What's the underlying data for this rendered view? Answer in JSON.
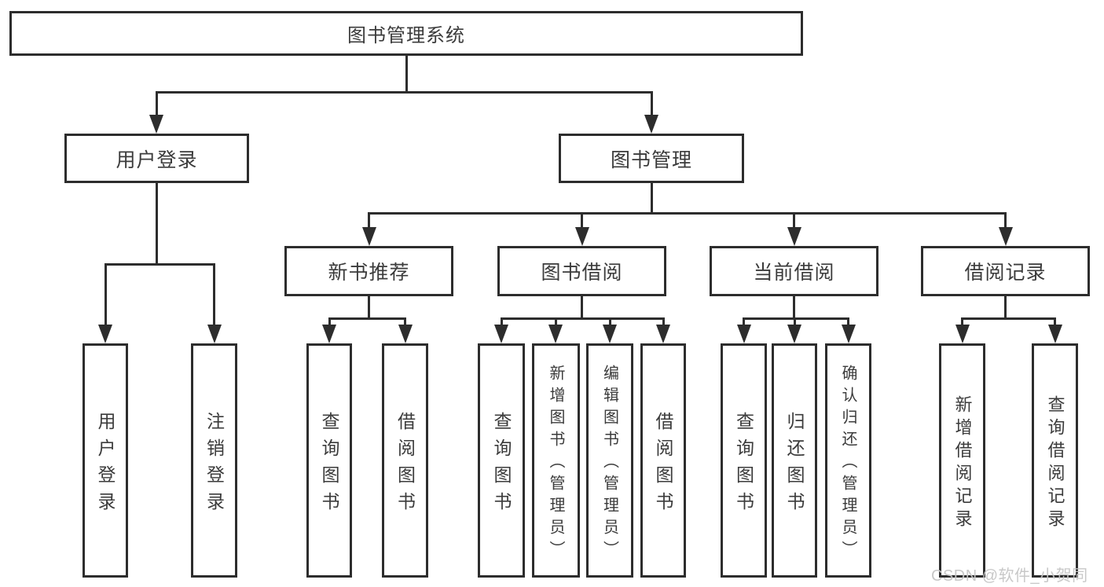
{
  "diagram": {
    "type": "tree",
    "root": {
      "label": "图书管理系统"
    },
    "level2": [
      {
        "label": "用户登录",
        "parent": "图书管理系统"
      },
      {
        "label": "图书管理",
        "parent": "图书管理系统"
      }
    ],
    "level3": [
      {
        "label": "新书推荐",
        "parent": "图书管理"
      },
      {
        "label": "图书借阅",
        "parent": "图书管理"
      },
      {
        "label": "当前借阅",
        "parent": "图书管理"
      },
      {
        "label": "借阅记录",
        "parent": "图书管理"
      }
    ],
    "leaves": [
      {
        "label": "用户登录",
        "parent": "用户登录"
      },
      {
        "label": "注销登录",
        "parent": "用户登录"
      },
      {
        "label": "查询图书",
        "parent": "新书推荐"
      },
      {
        "label": "借阅图书",
        "parent": "新书推荐"
      },
      {
        "label": "查询图书",
        "parent": "图书借阅"
      },
      {
        "label": "新增图书（管理员）",
        "parent": "图书借阅"
      },
      {
        "label": "编辑图书（管理员）",
        "parent": "图书借阅"
      },
      {
        "label": "借阅图书",
        "parent": "图书借阅"
      },
      {
        "label": "查询图书",
        "parent": "当前借阅"
      },
      {
        "label": "归还图书",
        "parent": "当前借阅"
      },
      {
        "label": "确认归还（管理员）",
        "parent": "当前借阅"
      },
      {
        "label": "新增借阅记录",
        "parent": "借阅记录"
      },
      {
        "label": "查询借阅记录",
        "parent": "借阅记录"
      }
    ]
  },
  "watermark": {
    "text": "CSDN @软件_小贺同学"
  },
  "colors": {
    "line": "#2d2d2d",
    "text": "#3b3b3b",
    "watermark": "#c6c6c6",
    "background": "#ffffff"
  }
}
